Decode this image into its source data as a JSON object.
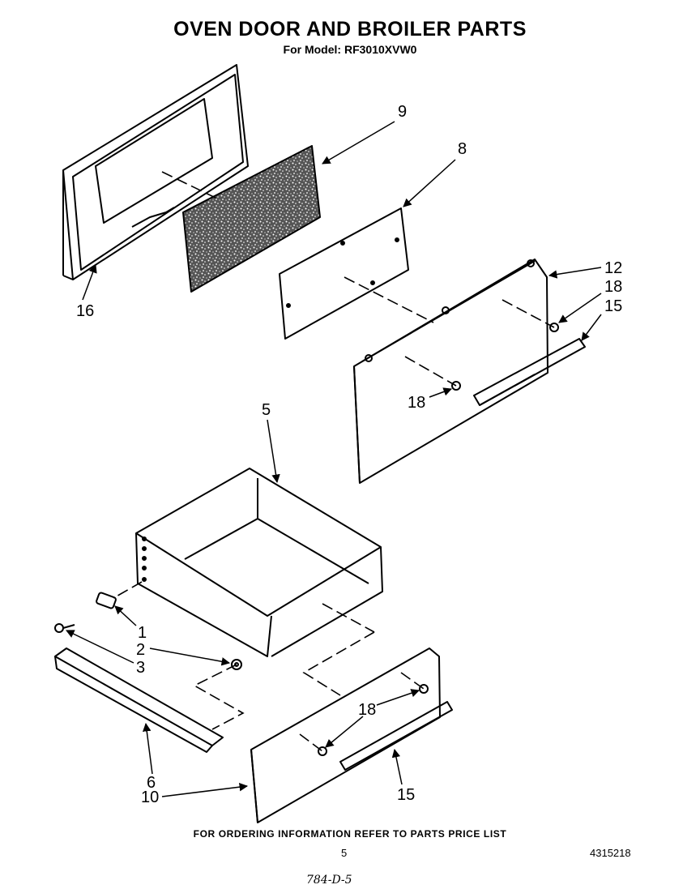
{
  "header": {
    "title": "OVEN DOOR AND BROILER PARTS",
    "model_line": "For Model: RF3010XVW0"
  },
  "callouts": {
    "c1": "1",
    "c2": "2",
    "c3": "3",
    "c5": "5",
    "c6": "6",
    "c8": "8",
    "c9": "9",
    "c10": "10",
    "c12": "12",
    "c15a": "15",
    "c15b": "15",
    "c16": "16",
    "c18a": "18",
    "c18b": "18",
    "c18c": "18"
  },
  "footer": {
    "ordering_note": "FOR ORDERING INFORMATION REFER TO PARTS PRICE LIST",
    "page_number": "5",
    "part_number": "4315218",
    "handwritten_code": "784-D-5"
  }
}
